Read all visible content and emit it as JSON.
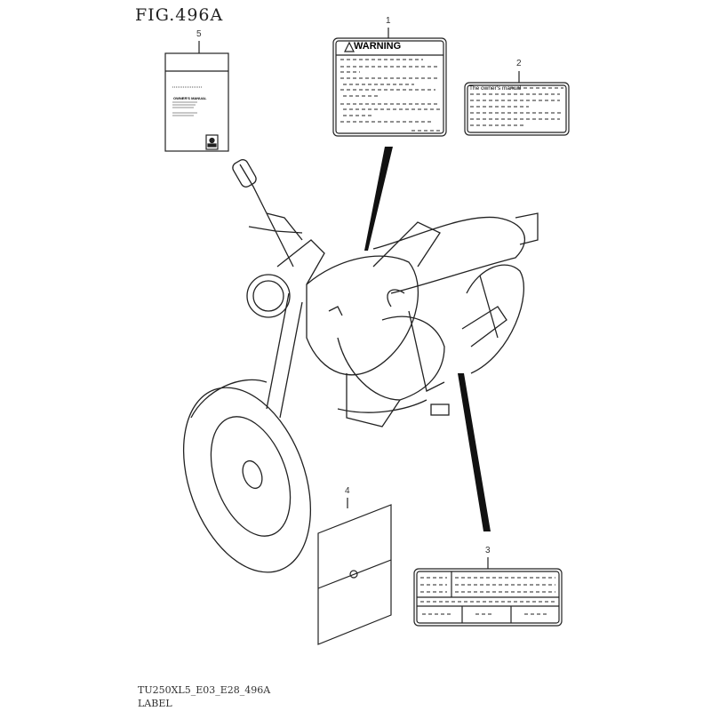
{
  "figure_title": "FIG.496A",
  "diagram_code": "TU250XL5_E03_E28_496A",
  "diagram_caption": "LABEL",
  "callouts": [
    "1",
    "2",
    "3",
    "4",
    "5"
  ],
  "label_1": {
    "heading": "WARNING"
  },
  "label_2": {
    "text": "The owner's manual"
  },
  "label_5": {
    "text": "OWNER'S MANUAL"
  }
}
